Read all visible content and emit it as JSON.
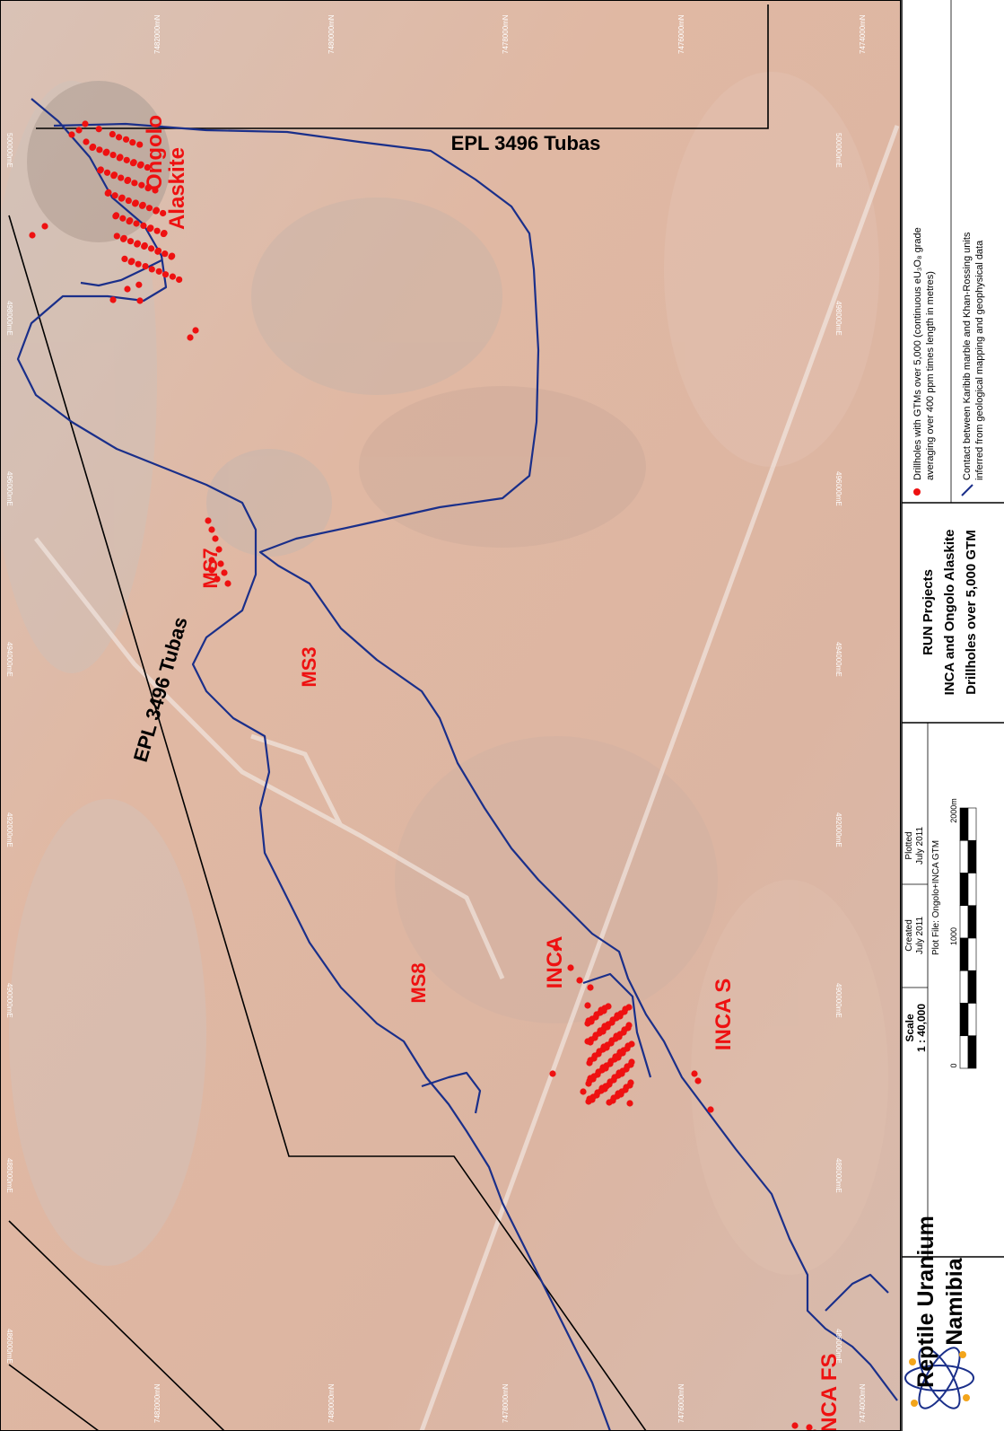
{
  "map": {
    "colors": {
      "terrain": "#ddb8a4",
      "contact_line": "#1a2f8a",
      "boundary_line": "#000000",
      "drillhole": "#ee1111",
      "label_red": "#ee1111"
    },
    "labels": {
      "ongolo_1": "Ongolo",
      "ongolo_2": "Alaskite",
      "ms7": "MS7",
      "ms3": "MS3",
      "ms8": "MS8",
      "inca": "INCA",
      "inca_s": "INCA S",
      "inca_fs": "INCA FS",
      "epl_right": "EPL 3496 Tubas",
      "epl_diag": "EPL 3496 Tubas"
    },
    "grid_top": [
      "7482000mN",
      "7480000mN",
      "7478000mN",
      "7476000mN",
      "7474000mN"
    ],
    "grid_left": [
      "7482000mN",
      "7480000mN",
      "7478000mN",
      "7476000mN",
      "7474000mN"
    ],
    "grid_easting": [
      "500000mE",
      "498000mE",
      "496000mE",
      "494000mE",
      "492000mE",
      "490000mE",
      "488000mE",
      "486000mE"
    ]
  },
  "title_block": {
    "company_1": "Reptile Uranium",
    "company_2": "Namibia",
    "scale_label": "Scale",
    "scale_value": "1 : 40,000",
    "created_label": "Created",
    "created_value": "July 2011",
    "plotted_label": "Plotted",
    "plotted_value": "July 2011",
    "plot_file": "Plot File: Ongolo+INCA GTM",
    "scale_ticks": [
      "0",
      "1000",
      "2000m"
    ],
    "title_1": "RUN Projects",
    "title_2": "INCA and Ongolo Alaskite",
    "title_3": "Drillholes over 5,000 GTM",
    "legend_drill_1": "Drillholes with GTMs over 5,000 (continuous eU₃O₈ grade",
    "legend_drill_2": "averaging over 400 ppm times length in metres)",
    "legend_contact_1": "Contact between Karibib marble and Khan-Rossing units",
    "legend_contact_2": "inferred from geological mapping and geophysical data"
  }
}
